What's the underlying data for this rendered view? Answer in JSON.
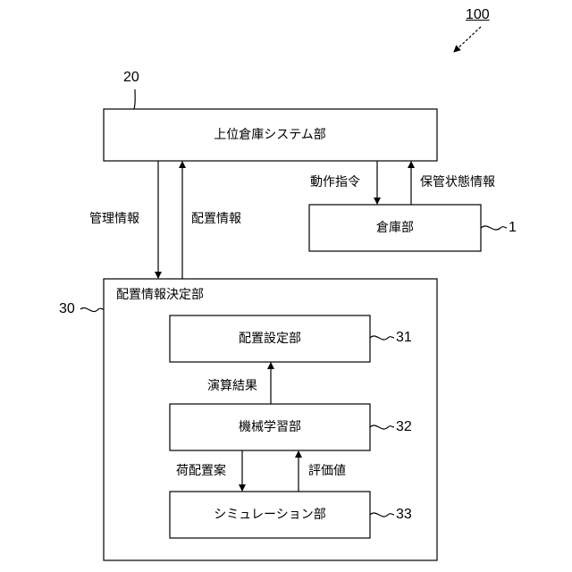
{
  "refs": {
    "overall": "100",
    "upper_system": "20",
    "warehouse": "1",
    "placement_decision": "30",
    "placement_setting": "31",
    "machine_learning": "32",
    "simulation": "33"
  },
  "blocks": {
    "upper_system": "上位倉庫システム部",
    "warehouse": "倉庫部",
    "placement_decision": "配置情報決定部",
    "placement_setting": "配置設定部",
    "machine_learning": "機械学習部",
    "simulation": "シミュレーション部"
  },
  "flows": {
    "management_info": "管理情報",
    "placement_info": "配置情報",
    "operation_command": "動作指令",
    "storage_state_info": "保管状態情報",
    "computation_result": "演算結果",
    "cargo_placement_plan": "荷配置案",
    "evaluation_value": "評価値"
  }
}
